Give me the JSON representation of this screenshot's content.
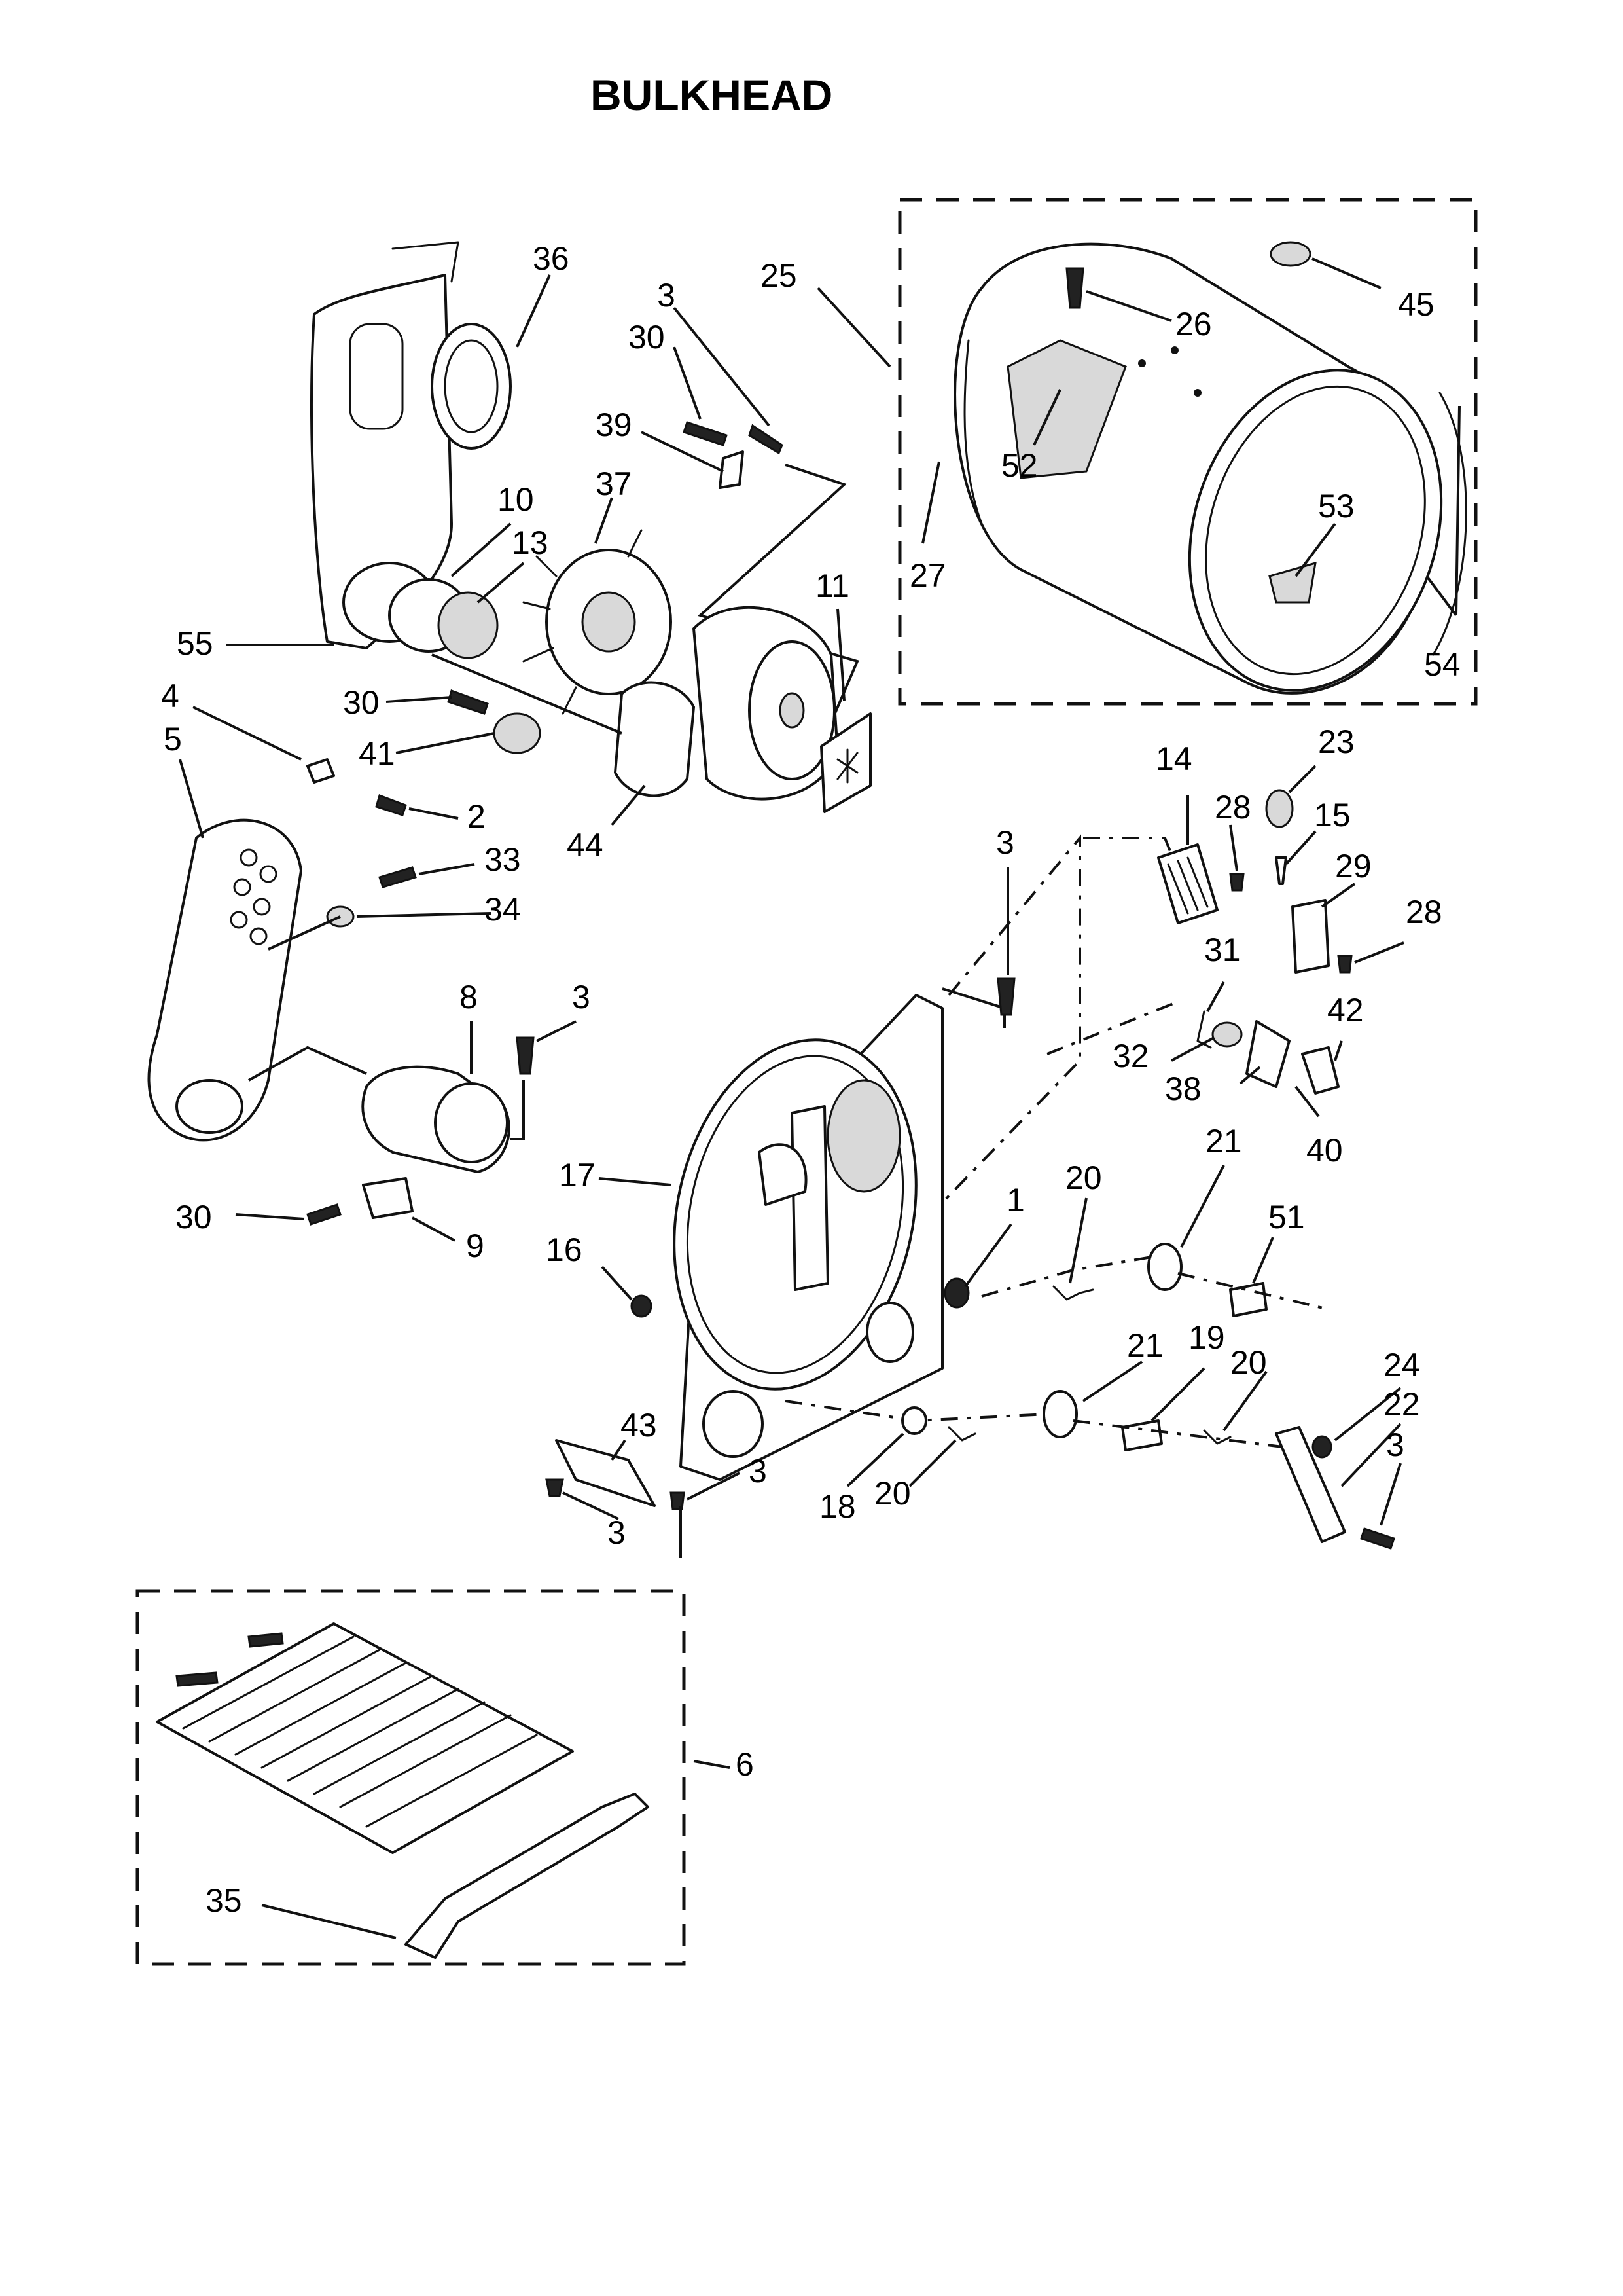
{
  "title": "BULKHEAD",
  "callouts": {
    "c36": "36",
    "c3_top": "3",
    "c30_top": "30",
    "c39": "39",
    "c37": "37",
    "c10": "10",
    "c13": "13",
    "c55": "55",
    "c4": "4",
    "c5": "5",
    "c30_mid": "30",
    "c41": "41",
    "c2": "2",
    "c44": "44",
    "c11": "11",
    "c33": "33",
    "c34": "34",
    "c25": "25",
    "c26": "26",
    "c45": "45",
    "c52": "52",
    "c27": "27",
    "c53": "53",
    "c54": "54",
    "c14": "14",
    "c23": "23",
    "c28_a": "28",
    "c15": "15",
    "c29": "29",
    "c28_b": "28",
    "c31": "31",
    "c42": "42",
    "c32": "32",
    "c38": "38",
    "c40": "40",
    "c3_bulk": "3",
    "c8": "8",
    "c3_motor": "3",
    "c30_low": "30",
    "c9": "9",
    "c17": "17",
    "c16": "16",
    "c1": "1",
    "c20_a": "20",
    "c21_a": "21",
    "c51": "51",
    "c21_b": "21",
    "c19": "19",
    "c20_b": "20",
    "c24": "24",
    "c22": "22",
    "c3_right": "3",
    "c43": "43",
    "c3_left": "3",
    "c3_bot": "3",
    "c18": "18",
    "c20_c": "20",
    "c6": "6",
    "c35": "35"
  }
}
